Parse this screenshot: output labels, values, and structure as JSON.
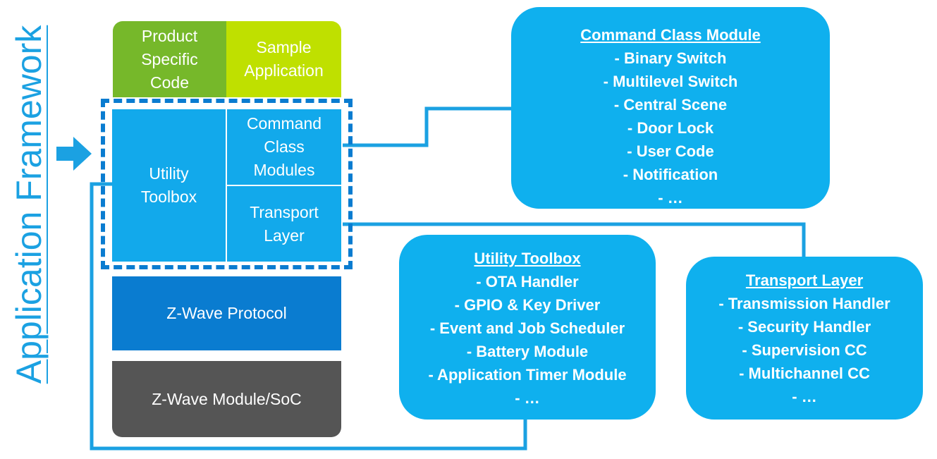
{
  "side_title": "Application Framework",
  "stack": {
    "product_specific_code": "Product\nSpecific\nCode",
    "sample_application": "Sample\nApplication",
    "utility_toolbox": "Utility\nToolbox",
    "command_class_modules": "Command\nClass\nModules",
    "transport_layer": "Transport\nLayer",
    "zwave_protocol": "Z-Wave Protocol",
    "zwave_module_soc": "Z-Wave Module/SoC"
  },
  "callouts": {
    "command_class_module": {
      "title": "Command Class Module",
      "items": [
        "- Binary Switch",
        "- Multilevel Switch",
        "- Central Scene",
        "- Door Lock",
        "- User Code",
        "- Notification",
        "- …"
      ]
    },
    "utility_toolbox": {
      "title": "Utility Toolbox",
      "items": [
        "- OTA Handler",
        "- GPIO & Key Driver",
        "- Event and Job Scheduler",
        "- Battery Module",
        "- Application Timer Module",
        "- …"
      ]
    },
    "transport_layer": {
      "title": "Transport Layer",
      "items": [
        "- Transmission Handler",
        "- Security Handler",
        "- Supervision CC",
        "- Multichannel CC",
        "- …"
      ]
    }
  },
  "colors": {
    "accent_blue": "#1ba1e2",
    "callout_blue": "#0fb0ee",
    "product_green": "#76b82a",
    "sample_green": "#bfe000",
    "framework_blue": "#12a9eb",
    "protocol_blue": "#0a7cd0",
    "module_gray": "#555555"
  }
}
